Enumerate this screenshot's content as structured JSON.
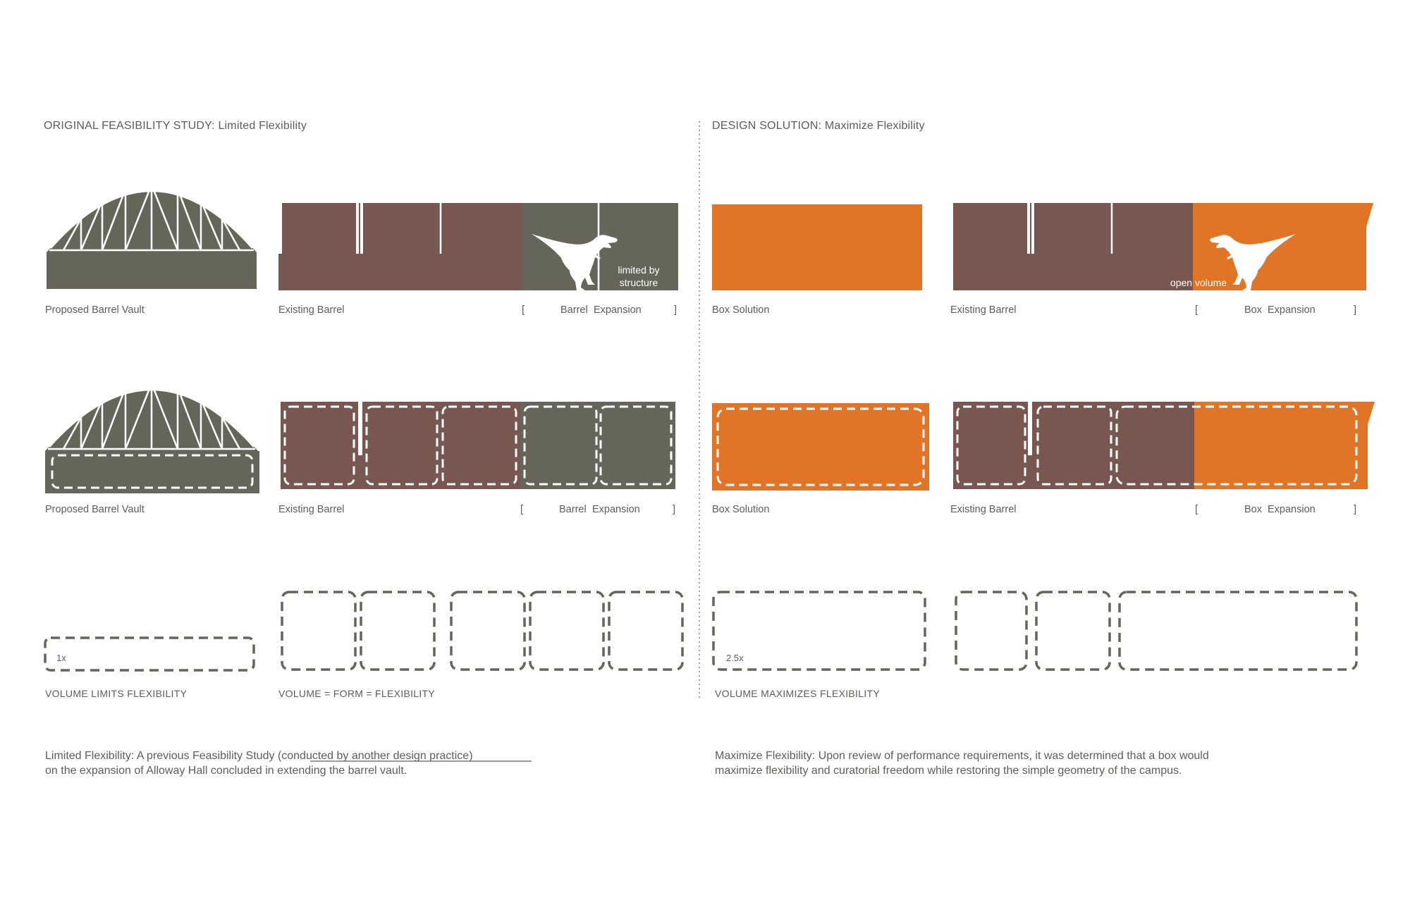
{
  "colors": {
    "grey": "#66655a",
    "brown": "#77574f",
    "orange": "#e07427",
    "outline": "#66655a",
    "text": "#5f5d57"
  },
  "left": {
    "heading": "ORIGINAL FEASIBILITY STUDY: Limited Flexibility",
    "row1": {
      "vault_label": "Proposed Barrel Vault",
      "barrel_label": "Existing Barrel",
      "bracket_open": "[",
      "exp_word1": "Barrel",
      "exp_word2": "Expansion",
      "bracket_close": "]",
      "note": "limited by structure",
      "dino_icon": "t-rex-silhouette-icon"
    },
    "row2": {
      "vault_label": "Proposed Barrel Vault",
      "barrel_label": "Existing Barrel",
      "bracket_open": "[",
      "exp_word1": "Barrel",
      "exp_word2": "Expansion",
      "bracket_close": "]"
    },
    "row3": {
      "multiplier": "1x",
      "label_a": "VOLUME LIMITS FLEXIBILITY",
      "label_b": "VOLUME = FORM = FLEXIBILITY"
    },
    "paragraph": [
      "Limited Flexibility: A previous Feasibility Study (conducted by another design practice)",
      "on the expansion of Alloway Hall concluded in extending the barrel vault."
    ]
  },
  "right": {
    "heading": "DESIGN SOLUTION: Maximize Flexibility",
    "row1": {
      "box_label": "Box Solution",
      "barrel_label": "Existing Barrel",
      "bracket_open": "[",
      "exp_word1": "Box",
      "exp_word2": "Expansion",
      "bracket_close": "]",
      "note": "open volume",
      "dino_icon": "t-rex-silhouette-icon"
    },
    "row2": {
      "box_label": "Box Solution",
      "barrel_label": "Existing Barrel",
      "bracket_open": "[",
      "exp_word1": "Box",
      "exp_word2": "Expansion",
      "bracket_close": "]"
    },
    "row3": {
      "multiplier": "2.5x",
      "label_a": "VOLUME MAXIMIZES FLEXIBILITY"
    },
    "paragraph": [
      "Maximize Flexibility: Upon review of performance requirements, it was determined that a box would",
      "maximize flexibility and curatorial freedom while restoring the simple geometry of the campus."
    ]
  }
}
